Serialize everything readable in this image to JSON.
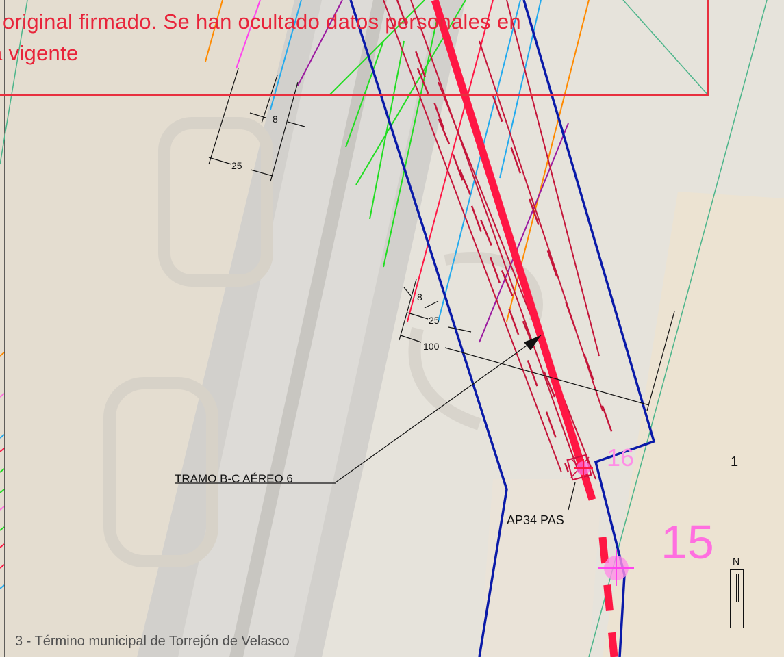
{
  "banner": {
    "line1": "original firmado. Se han ocultado datos personales en",
    "line2": "a vigente"
  },
  "dimensions": {
    "upper_8": "8",
    "upper_25": "25",
    "lower_8": "8",
    "lower_25": "25",
    "lower_100": "100"
  },
  "labels": {
    "tramo": "TRAMO B-C AÉREO 6",
    "support": "AP34 PAS",
    "parcel_16": "16",
    "parcel_15": "15",
    "parcel_1": "1",
    "north": "N"
  },
  "footer": "3 - Término municipal de Torrejón de Velasco",
  "colors": {
    "banner_red": "#e8243a",
    "line_red": "#ff1744",
    "boundary_blue": "#0a1aa8",
    "parcel_magenta": "#ff6fe0",
    "line_green": "#22dd22",
    "line_cyan": "#22aaee",
    "line_orange": "#ff8a00",
    "line_purple": "#9b1aa0",
    "cadastre_green": "#4cb58a"
  }
}
